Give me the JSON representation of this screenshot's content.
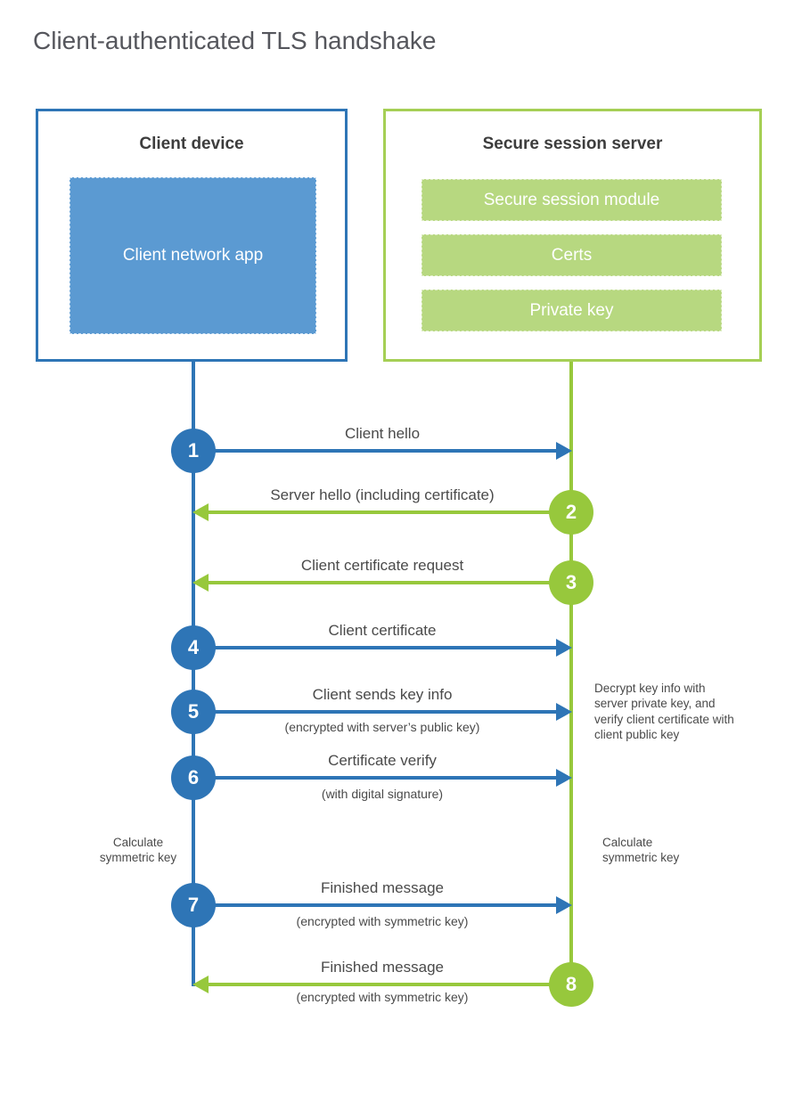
{
  "title": "Client-authenticated TLS handshake",
  "colors": {
    "blue": "#2e75b6",
    "blue_fill": "#5b9ad2",
    "green": "#97c83c",
    "green_border": "#a5cf55",
    "green_fill": "#b7d880",
    "text": "#4a4a4a",
    "heading": "#3d3d3d",
    "title_text": "#55565c"
  },
  "client": {
    "title": "Client device",
    "app_label": "Client network app"
  },
  "server": {
    "title": "Secure session server",
    "modules": [
      "Secure session module",
      "Certs",
      "Private key"
    ]
  },
  "messages": [
    {
      "num": "1",
      "direction": "client-to-server",
      "color": "blue",
      "label": "Client hello",
      "sub": ""
    },
    {
      "num": "2",
      "direction": "server-to-client",
      "color": "green",
      "label": "Server hello (including certificate)",
      "sub": ""
    },
    {
      "num": "3",
      "direction": "server-to-client",
      "color": "green",
      "label": "Client certificate request",
      "sub": ""
    },
    {
      "num": "4",
      "direction": "client-to-server",
      "color": "blue",
      "label": "Client certificate",
      "sub": ""
    },
    {
      "num": "5",
      "direction": "client-to-server",
      "color": "blue",
      "label": "Client sends key info",
      "sub": "(encrypted with server’s public key)"
    },
    {
      "num": "6",
      "direction": "client-to-server",
      "color": "blue",
      "label": "Certificate verify",
      "sub": "(with digital signature)"
    },
    {
      "num": "7",
      "direction": "client-to-server",
      "color": "blue",
      "label": "Finished message",
      "sub": "(encrypted with symmetric key)"
    },
    {
      "num": "8",
      "direction": "server-to-client",
      "color": "green",
      "label": "Finished message",
      "sub": "(encrypted with symmetric key)"
    }
  ],
  "notes": {
    "decrypt": "Decrypt key info with server private key, and verify client certificate with client public key",
    "calc_left": "Calculate symmetric key",
    "calc_right": "Calculate symmetric key"
  }
}
